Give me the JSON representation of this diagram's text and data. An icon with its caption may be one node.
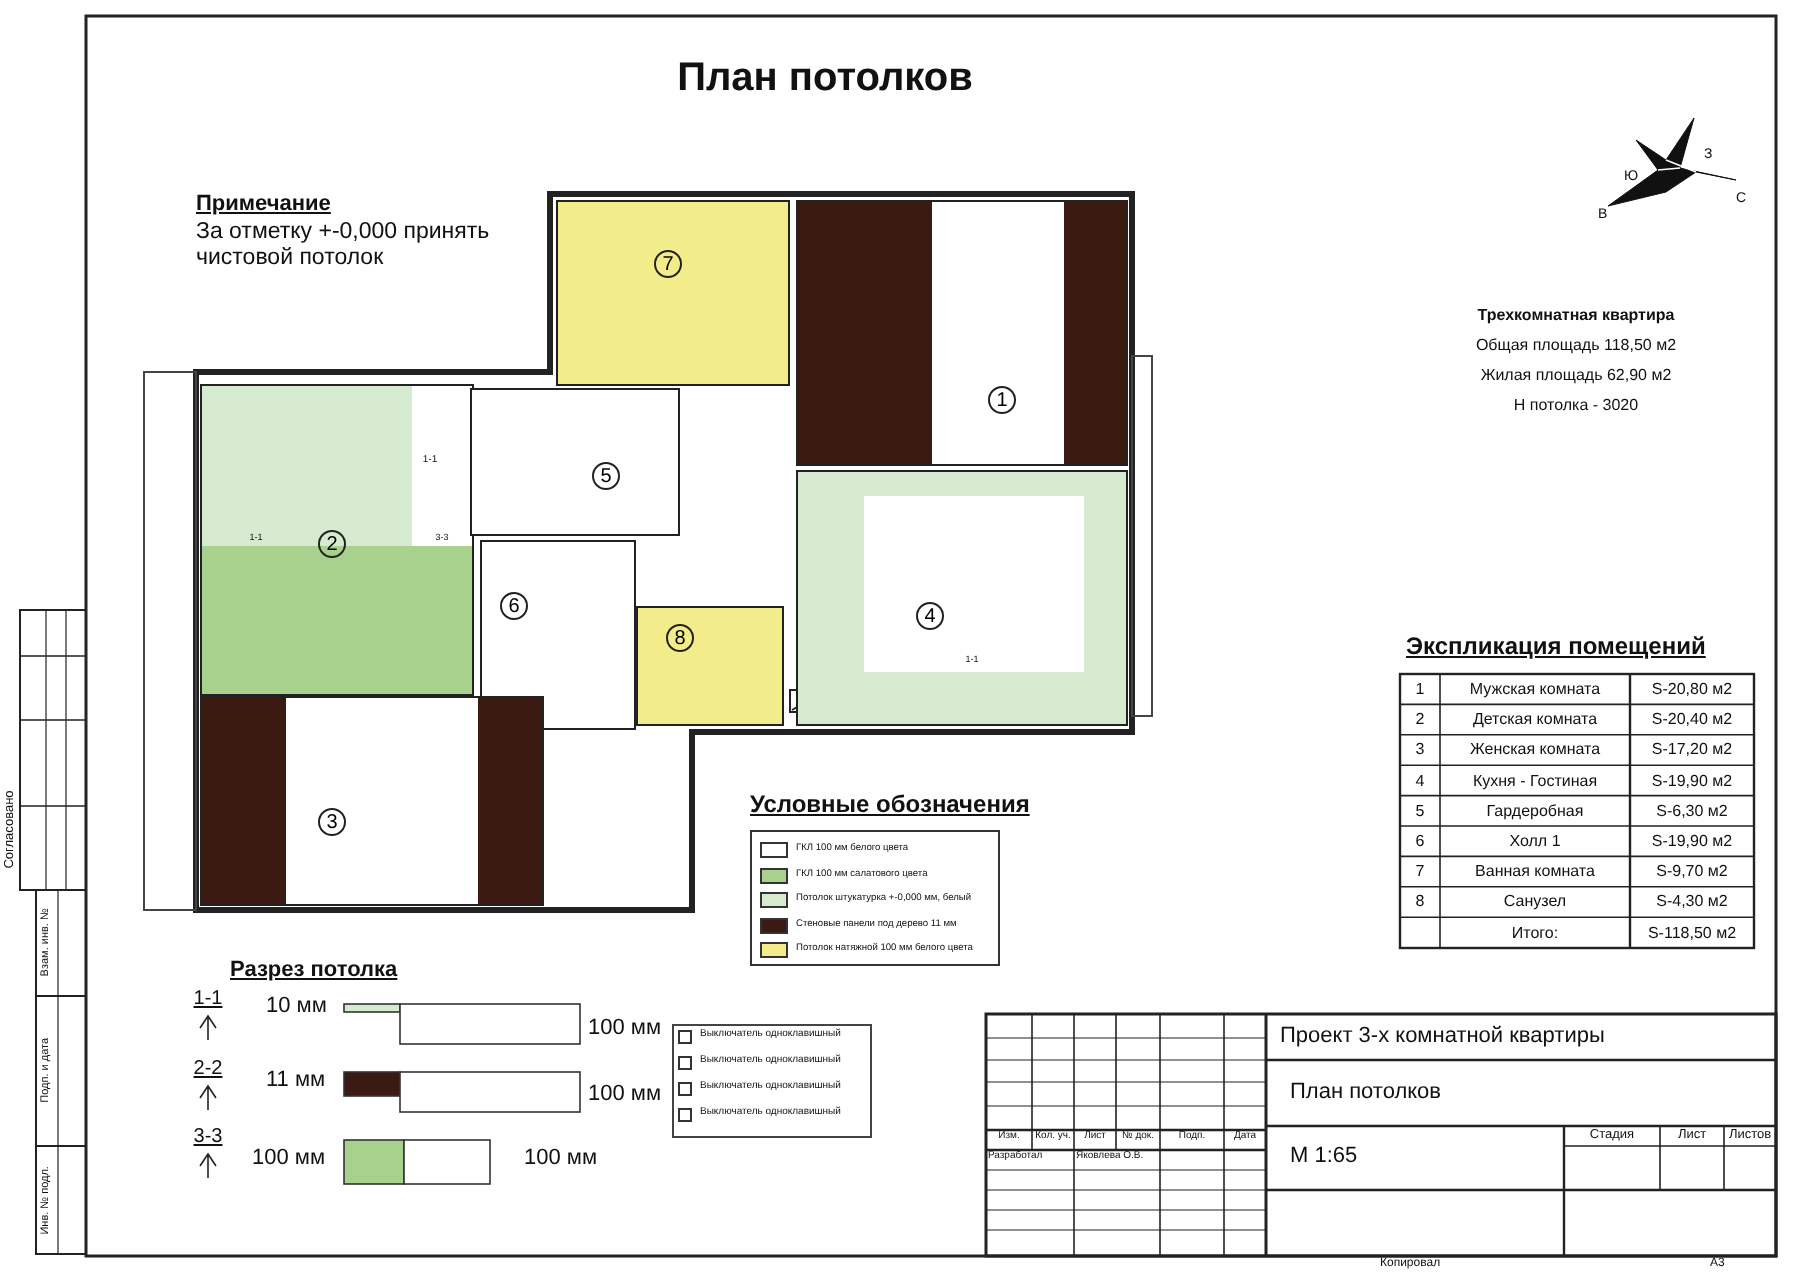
{
  "diagram": {
    "title": "План потолков",
    "nodes": [
      {
        "text": [
          "7"
        ]
      },
      {
        "text": [
          "1"
        ]
      },
      {
        "text": [
          "2"
        ]
      },
      {
        "text": [
          "5"
        ]
      },
      {
        "text": [
          "4"
        ]
      },
      {
        "text": [
          "6"
        ]
      },
      {
        "text": [
          "8"
        ]
      },
      {
        "text": [
          "3"
        ]
      }
    ],
    "edges": [],
    "labels": [
      "Примечание",
      "За отметку +-0,000 принять чистовой потолок",
      "З",
      "Ю",
      "С",
      "В",
      "Трехкомнатная квартира",
      "Общая площадь 118,50 м2",
      "Жилая площадь 62,90 м2",
      "Н потолка - 3020",
      "1-1",
      "1-1",
      "3-3",
      "1-1",
      "Экспликация помещений",
      "1",
      "Мужская комната",
      "S-20,80 м2",
      "2",
      "Детская комната",
      "S-20,40 м2",
      "3",
      "Женская комната",
      "S-17,20 м2",
      "4",
      "Кухня - Гостиная",
      "S-19,90 м2",
      "5",
      "Гардеробная",
      "S-6,30 м2",
      "6",
      "Холл 1",
      "S-19,90 м2",
      "7",
      "Ванная комната",
      "S-9,70 м2",
      "8",
      "Санузел",
      "S-4,30 м2",
      "Итого:",
      "S-118,50 м2",
      "Условные обозначения",
      "Разрез потолка",
      "1-1",
      "10 мм",
      "100 мм",
      "Выключатель одноклавишный",
      "Выключатель одноклавишный",
      "Выключатель одноклавишный",
      "Выключатель одноклавишный",
      "2-2",
      "11 мм",
      "100 мм",
      "3-3",
      "100 мм",
      "100 мм",
      "Проект 3-х комнатной квартиры",
      "Изм.",
      "Кол. уч.",
      "Лист",
      "№ док.",
      "Подп.",
      "Дата",
      "План потолков",
      "Разработал",
      "Яковлева О.В.",
      "М 1:65",
      "Стадия",
      "Лист",
      "Листов",
      "Согласовано",
      "Взам. инв. №",
      "Подп. и дата",
      "Инв. № подл.",
      "Копировал",
      "А3"
    ],
    "legend": [
      {
        "text": "ГКЛ 100 мм белого цвета",
        "color": "#ffffff"
      },
      {
        "text": "ГКЛ 100 мм салатового цвета",
        "color": "#a8d18d"
      },
      {
        "text": "Потолок штукатурка +-0,000 мм, белый",
        "color": "#d6ead0"
      },
      {
        "text": "Стеновые панели под дерево 11 мм",
        "color": "#3b1a12"
      },
      {
        "text": "Потолок натяжной 100 мм белого цвета",
        "color": "#f3ec8a"
      }
    ]
  }
}
